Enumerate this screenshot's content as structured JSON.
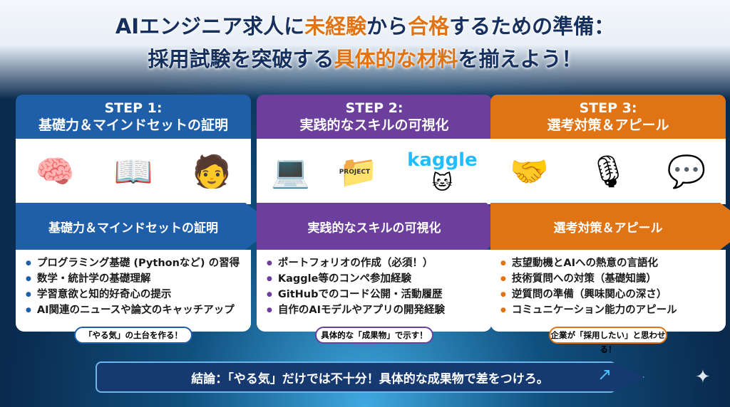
{
  "title": {
    "line1_a": "AIエンジニア求人に",
    "line1_b": "未経験",
    "line1_c": "から",
    "line1_d": "合格",
    "line1_e": "するための準備：",
    "line2_a": "採用試験を突破する",
    "line2_b": "具体的な材料",
    "line2_c": "を揃えよう！"
  },
  "steps": [
    {
      "step": "STEP 1:",
      "title": "基礎力＆マインドセットの証明",
      "banner": "基礎力＆マインドセットの証明",
      "items": [
        "プログラミング基礎 (Pythonなど) の習得",
        "数学・統計学の基礎理解",
        "学習意欲と知的好奇心の提示",
        "AI関連のニュースや論文のキャッチアップ"
      ],
      "tagline": "「やる気」の土台を作る！"
    },
    {
      "step": "STEP 2:",
      "title": "実践的なスキルの可視化",
      "banner": "実践的なスキルの可視化",
      "folder_label": "PROJECT",
      "kaggle": "kaggle",
      "items": [
        "ポートフォリオの作成（必須！）",
        "Kaggle等のコンペ参加経験",
        "GitHubでのコード公開・活動履歴",
        "自作のAIモデルやアプリの開発経験"
      ],
      "tagline": "具体的な「成果物」で示す！"
    },
    {
      "step": "STEP 3:",
      "title": "選考対策＆アピール",
      "banner": "選考対策＆アピール",
      "items": [
        "志望動機とAIへの熱意の言語化",
        "技術質問への対策（基礎知識）",
        "逆質問の準備（興味関心の深さ）",
        "コミュニケーション能力のアピール"
      ],
      "tagline": "企業が「採用したい」と思わせる！"
    }
  ],
  "conclusion": "結論：「やる気」だけでは不十分！具体的な成果物で差をつけろ。",
  "colors": {
    "step1": "#1f5ea8",
    "step2": "#6b3f9b",
    "step3": "#e07414",
    "title": "#15305f"
  }
}
